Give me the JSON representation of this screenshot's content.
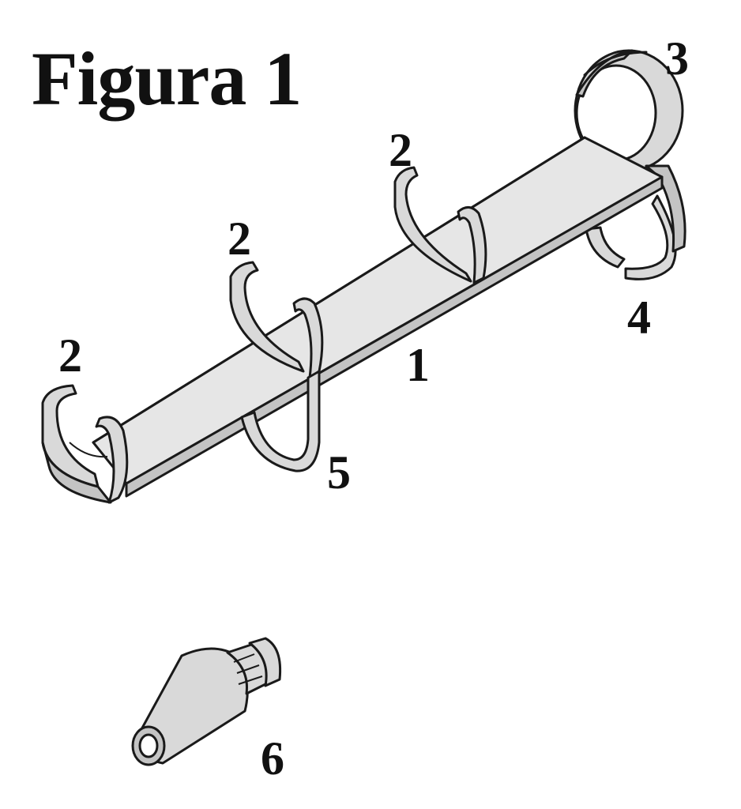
{
  "figure": {
    "title": "Figura 1",
    "callouts": {
      "main_rail": "1",
      "clip_left": "2",
      "clip_mid_left": "2",
      "clip_mid_right": "2",
      "top_ring": "3",
      "open_hook": "4",
      "lower_hook": "5",
      "nozzle": "6"
    }
  }
}
